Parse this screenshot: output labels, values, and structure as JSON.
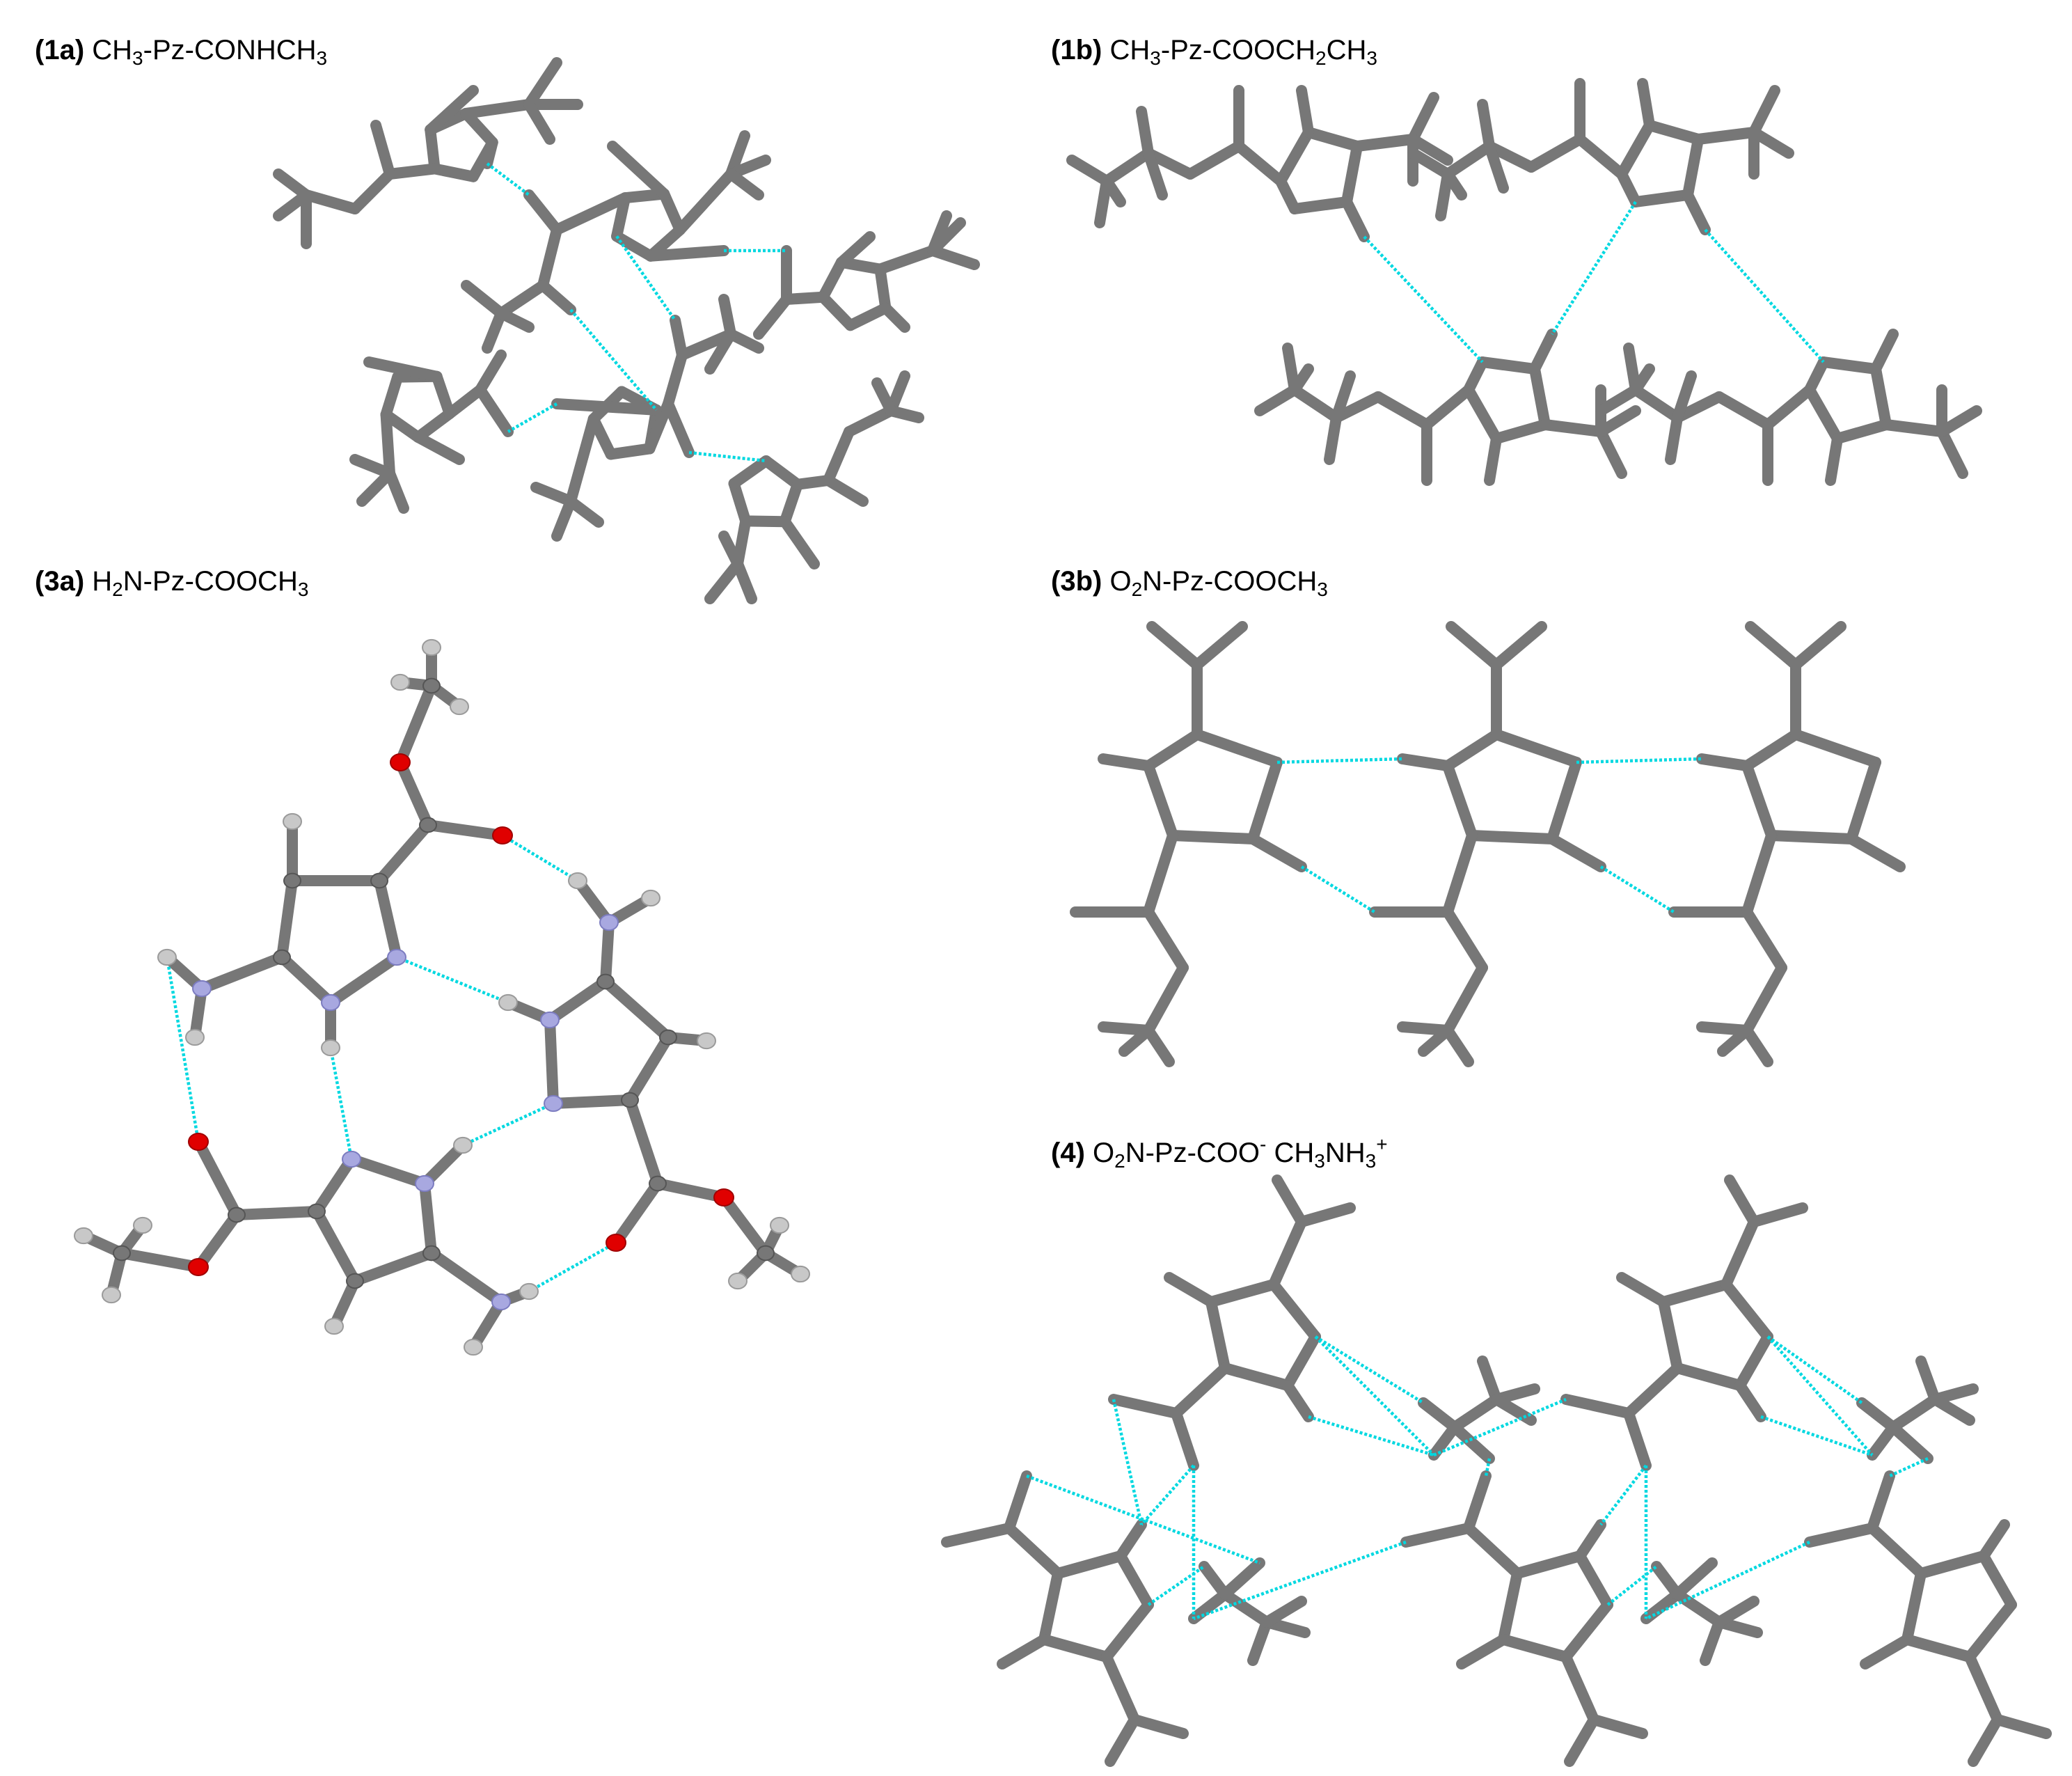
{
  "panels": [
    {
      "id": "1a",
      "prefix": "(1a)",
      "formula": [
        "CH",
        "3",
        "-Pz-CONHCH",
        "3"
      ]
    },
    {
      "id": "1b",
      "prefix": "(1b)",
      "formula": [
        "CH",
        "3",
        "-Pz-COOCH",
        "2",
        "CH",
        "3"
      ]
    },
    {
      "id": "3a",
      "prefix": "(3a)",
      "formula": [
        "H",
        "2",
        "N-Pz-COOCH",
        "3"
      ]
    },
    {
      "id": "3b",
      "prefix": "(3b)",
      "formula": [
        "O",
        "2",
        "N-Pz-COOCH",
        "3"
      ]
    },
    {
      "id": "4",
      "prefix": "(4)",
      "formula": [
        "O",
        "2",
        "N-Pz-COO",
        "-",
        " CH",
        "3",
        "NH",
        "3",
        "+"
      ]
    }
  ],
  "colors": {
    "carbon": "#777777",
    "nitrogen": "#a8a8e0",
    "oxygen": "#e00000",
    "hydrogen": "#c8c8c8",
    "hydrogen_bond": "#00d8e0"
  }
}
